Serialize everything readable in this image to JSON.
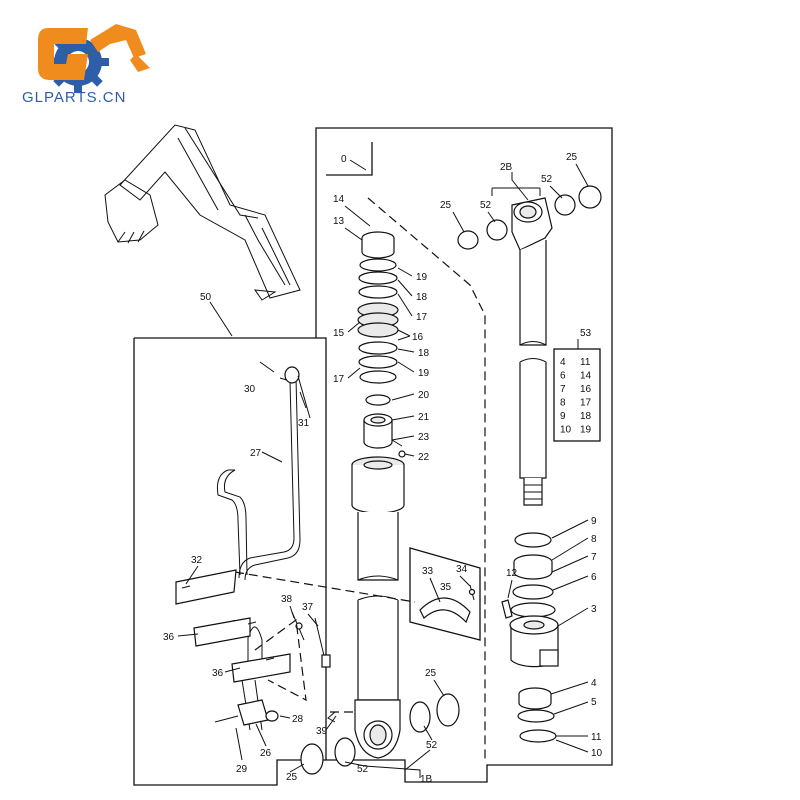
{
  "brand": {
    "name": "GLPARTS.CN",
    "colors": {
      "orange": "#f08c1e",
      "blue": "#2f5ea8"
    }
  },
  "diagram": {
    "labels": {
      "l0": "0",
      "l2B": "2B",
      "l25a": "25",
      "l25b": "25",
      "l52a": "52",
      "l52b": "52",
      "l14": "14",
      "l13": "13",
      "l19a": "19",
      "l18a": "18",
      "l17a": "17",
      "l15": "15",
      "l16": "16",
      "l18b": "18",
      "l17b": "17",
      "l19b": "19",
      "l20": "20",
      "l21": "21",
      "l23": "23",
      "l22": "22",
      "l50": "50",
      "l30": "30",
      "l31": "31",
      "l27": "27",
      "l32": "32",
      "l36a": "36",
      "l36b": "36",
      "l38": "38",
      "l37": "37",
      "l28": "28",
      "l26": "26",
      "l29": "29",
      "l39": "39",
      "l33": "33",
      "l34": "34",
      "l35": "35",
      "l25c": "25",
      "l52c": "52",
      "l25d": "25",
      "l52d": "52",
      "l1B": "1B",
      "l12": "12",
      "l9": "9",
      "l8": "8",
      "l7": "7",
      "l6": "6",
      "l3": "3",
      "l4": "4",
      "l5": "5",
      "l11": "11",
      "l10": "10",
      "l53": "53"
    },
    "kit_53": [
      [
        "4",
        "11"
      ],
      [
        "6",
        "14"
      ],
      [
        "7",
        "16"
      ],
      [
        "8",
        "17"
      ],
      [
        "9",
        "18"
      ],
      [
        "10",
        "19"
      ]
    ]
  }
}
